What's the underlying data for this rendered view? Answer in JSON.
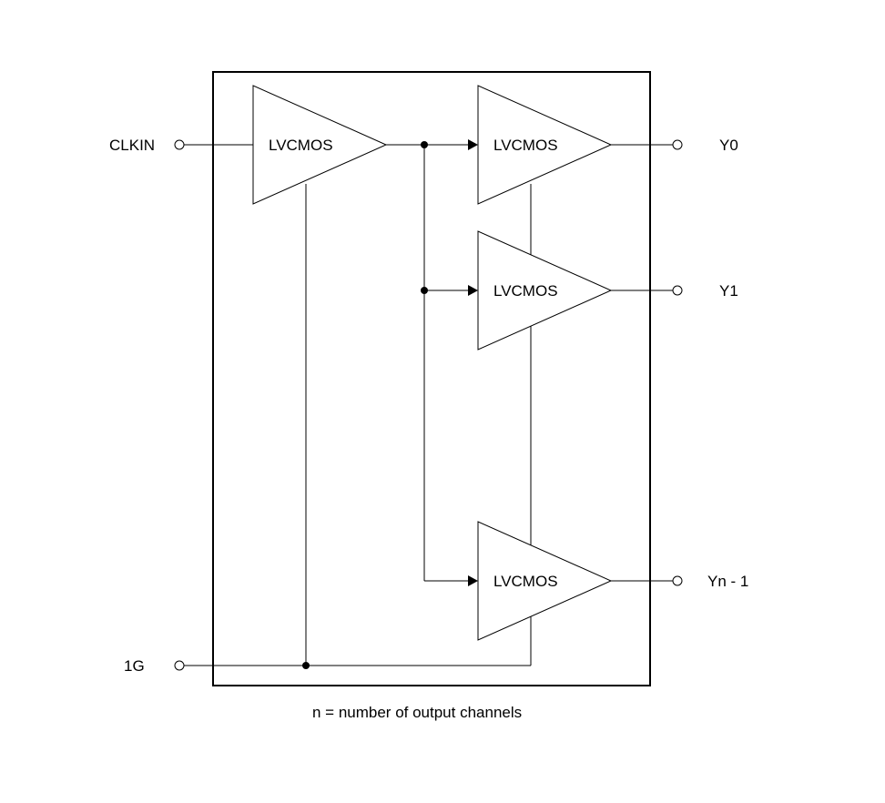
{
  "diagram": {
    "inputs": {
      "clock": "CLKIN",
      "enable": "1G"
    },
    "buffer_label": "LVCMOS",
    "outputs": [
      "Y0",
      "Y1",
      "Yn - 1"
    ],
    "note": "n = number of output channels"
  }
}
